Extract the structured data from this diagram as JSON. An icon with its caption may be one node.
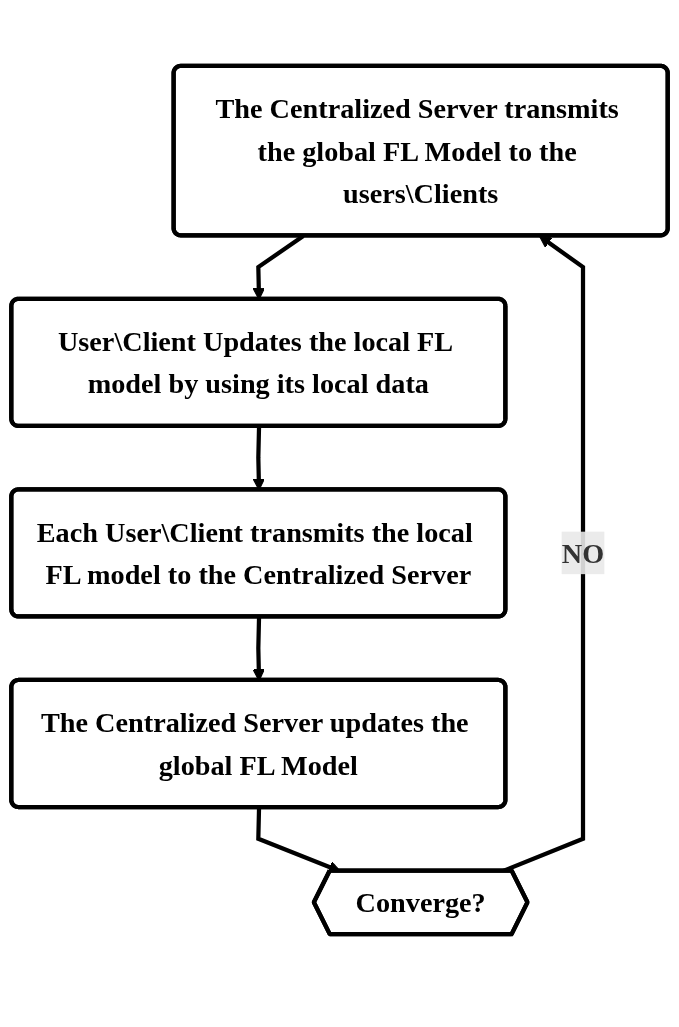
{
  "diagram": {
    "nodes": [
      {
        "text": [
          "The Centralized Server transmits the global FL Model to the users\\Clients"
        ]
      },
      {
        "text": [
          "User\\Client Updates the local FL model by using its local data"
        ]
      },
      {
        "text": [
          "Each User\\Client transmits the local FL model to the Centralized Server"
        ]
      },
      {
        "text": [
          "The Centralized Server updates the global FL Model"
        ]
      },
      {
        "text": [
          "Converge?"
        ]
      }
    ],
    "edges": [
      {
        "from": 0,
        "to": 1,
        "arrow": "to"
      },
      {
        "from": 1,
        "to": 2,
        "arrow": "to"
      },
      {
        "from": 2,
        "to": 3,
        "arrow": "to"
      },
      {
        "from": 3,
        "to": 4,
        "arrow": "to"
      },
      {
        "from": 4,
        "to": 0,
        "label": "NO",
        "arrow": "to"
      }
    ]
  }
}
